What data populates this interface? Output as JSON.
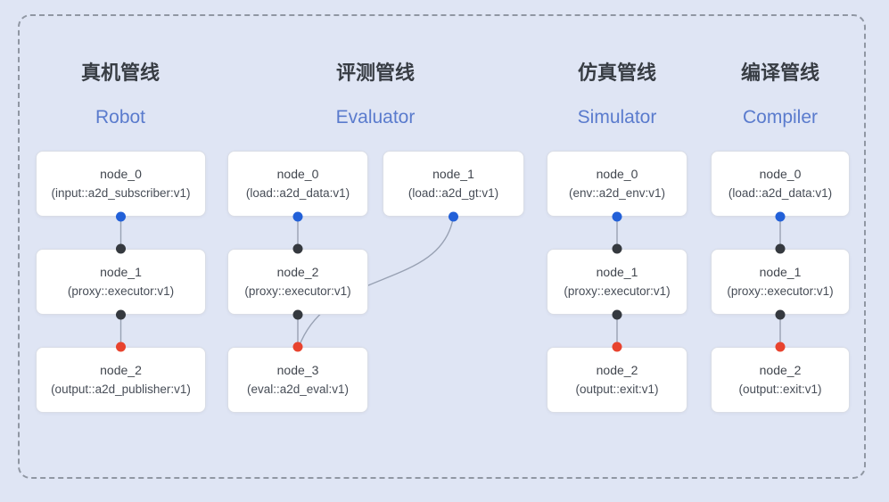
{
  "pipelines": [
    {
      "id": "robot",
      "title_cn": "真机管线",
      "title_en": "Robot",
      "nodes": [
        {
          "name": "node_0",
          "type": "(input::a2d_subscriber:v1)"
        },
        {
          "name": "node_1",
          "type": "(proxy::executor:v1)"
        },
        {
          "name": "node_2",
          "type": "(output::a2d_publisher:v1)"
        }
      ],
      "edges": [
        {
          "from": "node_0",
          "to": "node_1"
        },
        {
          "from": "node_1",
          "to": "node_2"
        }
      ]
    },
    {
      "id": "evaluator",
      "title_cn": "评测管线",
      "title_en": "Evaluator",
      "nodes": [
        {
          "name": "node_0",
          "type": "(load::a2d_data:v1)"
        },
        {
          "name": "node_1",
          "type": "(load::a2d_gt:v1)"
        },
        {
          "name": "node_2",
          "type": "(proxy::executor:v1)"
        },
        {
          "name": "node_3",
          "type": "(eval::a2d_eval:v1)"
        }
      ],
      "edges": [
        {
          "from": "node_0",
          "to": "node_2"
        },
        {
          "from": "node_1",
          "to": "node_3"
        },
        {
          "from": "node_2",
          "to": "node_3"
        }
      ]
    },
    {
      "id": "simulator",
      "title_cn": "仿真管线",
      "title_en": "Simulator",
      "nodes": [
        {
          "name": "node_0",
          "type": "(env::a2d_env:v1)"
        },
        {
          "name": "node_1",
          "type": "(proxy::executor:v1)"
        },
        {
          "name": "node_2",
          "type": "(output::exit:v1)"
        }
      ],
      "edges": [
        {
          "from": "node_0",
          "to": "node_1"
        },
        {
          "from": "node_1",
          "to": "node_2"
        }
      ]
    },
    {
      "id": "compiler",
      "title_cn": "编译管线",
      "title_en": "Compiler",
      "nodes": [
        {
          "name": "node_0",
          "type": "(load::a2d_data:v1)"
        },
        {
          "name": "node_1",
          "type": "(proxy::executor:v1)"
        },
        {
          "name": "node_2",
          "type": "(output::exit:v1)"
        }
      ],
      "edges": [
        {
          "from": "node_0",
          "to": "node_1"
        },
        {
          "from": "node_1",
          "to": "node_2"
        }
      ]
    }
  ],
  "colors": {
    "background": "#dfe5f4",
    "frame_dash": "#9097a3",
    "node_background": "#ffffff",
    "node_border": "#d9dde6",
    "title_cn_color": "#383d44",
    "title_en_color": "#5a7bcd",
    "node_text": "#41464e",
    "edge": "#98a1b3",
    "port_output_blue": "#2260d8",
    "port_intermediate_black": "#35393f",
    "port_final_red": "#e8432e"
  }
}
